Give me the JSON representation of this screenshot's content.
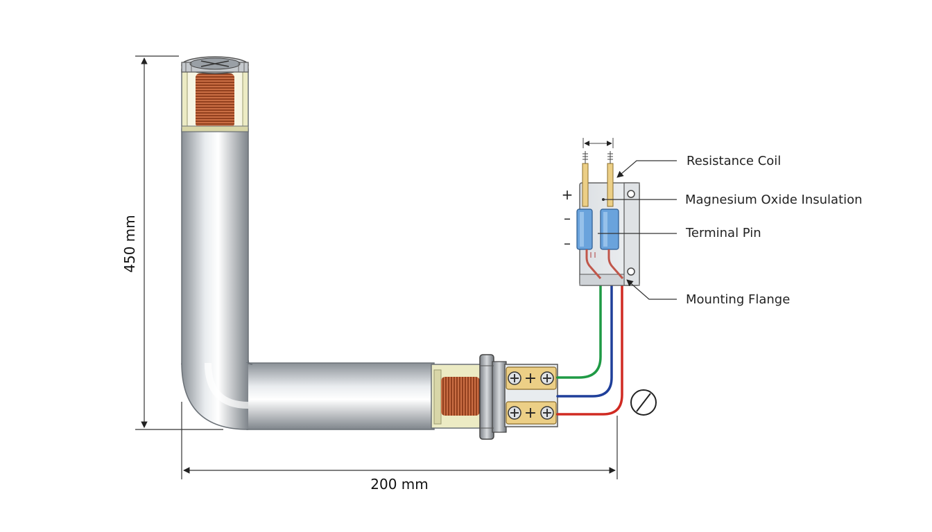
{
  "labels": {
    "resistance_coil": "Resistance Coil",
    "mgo_insulation": "Magnesium Oxide Insulation",
    "terminal_pin": "Terminal Pin",
    "mounting_flange": "Mounting Flange"
  },
  "dimensions": {
    "height": "450 mm",
    "width": "200 mm"
  },
  "symbols": {
    "plus": "+",
    "minus": "–"
  },
  "colors": {
    "tube": "#b9bec4",
    "copper": "#b5532a",
    "insulation": "#ecebc4",
    "wire_green": "#1f9a45",
    "wire_blue": "#1f3f9a",
    "wire_red": "#d02a22",
    "terminal_brass": "#eccf86",
    "sleeve_blue": "#6aa3dc"
  }
}
